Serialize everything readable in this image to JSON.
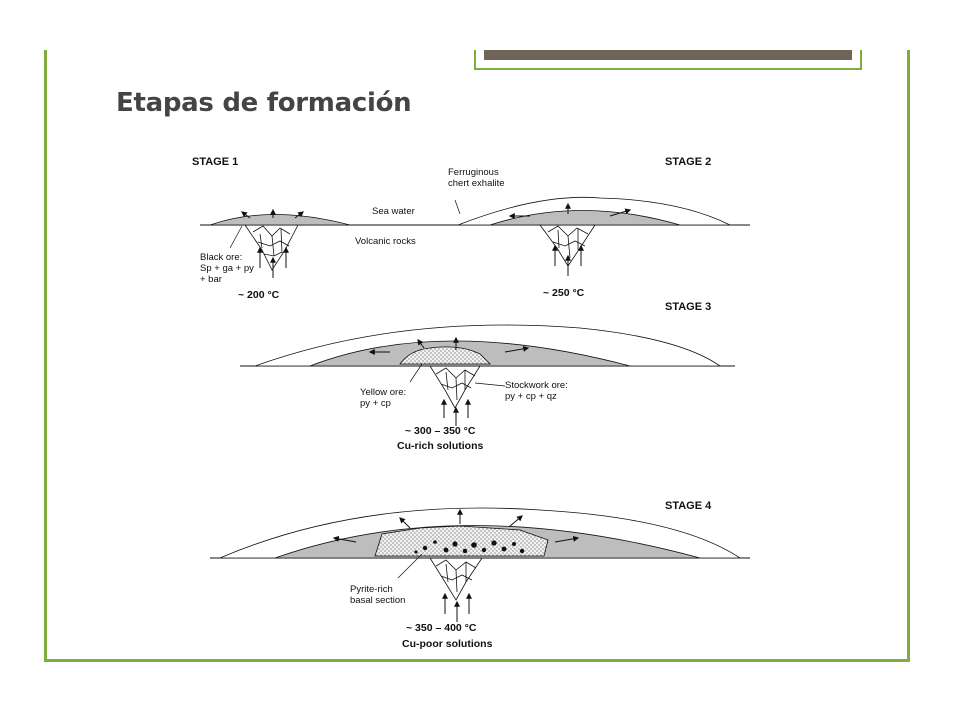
{
  "slide": {
    "heading": "Etapas de formación",
    "accent_color": "#7fae3e",
    "bar_color": "#6f6557"
  },
  "diagram": {
    "stage1": {
      "title": "STAGE 1",
      "label_sea_water": "Sea water",
      "label_volcanic": "Volcanic rocks",
      "ore_line1": "Black ore:",
      "ore_line2": "Sp + ga + py",
      "ore_line3": "+ bar",
      "temperature": "~ 200 °C"
    },
    "stage2": {
      "title": "STAGE 2",
      "chert_line1": "Ferruginous",
      "chert_line2": "chert exhalite",
      "temperature": "~ 250 °C"
    },
    "stage3": {
      "title": "STAGE 3",
      "yellow_line1": "Yellow ore:",
      "yellow_line2": "py + cp",
      "stockwork_line1": "Stockwork ore:",
      "stockwork_line2": "py + cp + qz",
      "temperature": "~ 300 – 350 °C",
      "solutions": "Cu-rich solutions"
    },
    "stage4": {
      "title": "STAGE 4",
      "pyrite_line1": "Pyrite-rich",
      "pyrite_line2": "basal section",
      "temperature": "~ 350 – 400 °C",
      "solutions": "Cu-poor solutions"
    }
  }
}
